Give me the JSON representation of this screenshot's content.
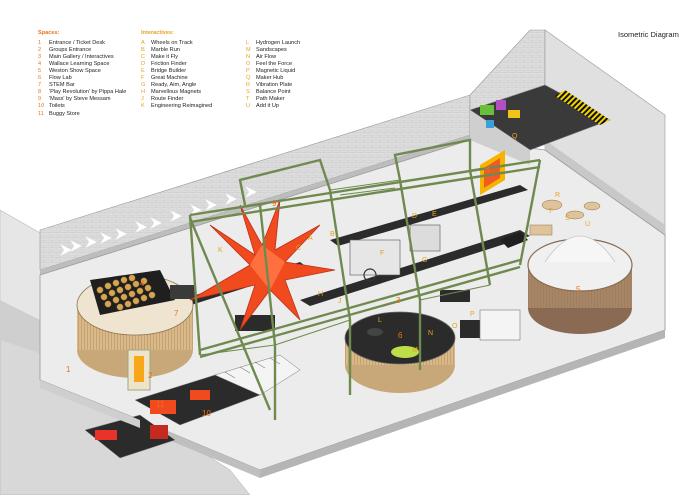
{
  "title": "Isometric Diagram",
  "spaces": {
    "heading": "Spaces:",
    "items": [
      {
        "key": "1",
        "label": "Entrance / Ticket Desk"
      },
      {
        "key": "2",
        "label": "Groups Entrance"
      },
      {
        "key": "3",
        "label": "Main Gallery / Interactives"
      },
      {
        "key": "4",
        "label": "Wallace Learning Space"
      },
      {
        "key": "5",
        "label": "Weston Show Space"
      },
      {
        "key": "6",
        "label": "Flow Lab"
      },
      {
        "key": "7",
        "label": "STEM Bar"
      },
      {
        "key": "8",
        "label": "'Play Revolution' by Pippa Hale"
      },
      {
        "key": "9",
        "label": "'Mass' by Steve Messam"
      },
      {
        "key": "10",
        "label": "Toilets"
      },
      {
        "key": "11",
        "label": "Buggy Store"
      }
    ]
  },
  "interactives": {
    "heading": "Interactives:",
    "col1": [
      {
        "key": "A",
        "label": "Wheels on Track"
      },
      {
        "key": "B",
        "label": "Marble Run"
      },
      {
        "key": "C",
        "label": "Make it Fly"
      },
      {
        "key": "D",
        "label": "Friction Finder"
      },
      {
        "key": "E",
        "label": "Bridge Builder"
      },
      {
        "key": "F",
        "label": "Great Machine"
      },
      {
        "key": "G",
        "label": "Ready, Aim, Angle"
      },
      {
        "key": "H",
        "label": "Marvellous Magnets"
      },
      {
        "key": "J",
        "label": "Route Finder"
      },
      {
        "key": "K",
        "label": "Engineering Reimagined"
      }
    ],
    "col2": [
      {
        "key": "L",
        "label": "Hydrogen Launch"
      },
      {
        "key": "M",
        "label": "Sandscapes"
      },
      {
        "key": "N",
        "label": "Air Flow"
      },
      {
        "key": "O",
        "label": "Feel the Force"
      },
      {
        "key": "P",
        "label": "Magnetic Liquid"
      },
      {
        "key": "Q",
        "label": "Maker Hub"
      },
      {
        "key": "R",
        "label": "Vibration Plate"
      },
      {
        "key": "S",
        "label": "Balance Point"
      },
      {
        "key": "T",
        "label": "Path Maker"
      },
      {
        "key": "U",
        "label": "Add it Up"
      }
    ]
  },
  "map_labels": {
    "n1": "1",
    "n2": "2",
    "n3": "3",
    "n4": "4",
    "n5": "5",
    "n6": "6",
    "n7": "7",
    "n8": "8",
    "n9": "9",
    "n10": "10",
    "n11": "11",
    "la": "A",
    "lb": "B",
    "lc": "C",
    "ld": "D",
    "le": "E",
    "lf": "F",
    "lg": "G",
    "lh": "H",
    "lj": "J",
    "lk": "K",
    "ll": "L",
    "lm": "M",
    "ln": "N",
    "lo": "O",
    "lp": "P",
    "lq": "Q",
    "lr": "R",
    "ls": "S",
    "lt": "T",
    "lu": "U"
  },
  "colors": {
    "accent_orange": "#e8741f",
    "accent_amber": "#e8a21f",
    "truss_green": "#6f8a4e",
    "sculpture_red": "#f04a1e",
    "timber": "#d9b98a",
    "floor_dark": "#2b2b2b",
    "wall_grey": "#cfcfcf"
  }
}
